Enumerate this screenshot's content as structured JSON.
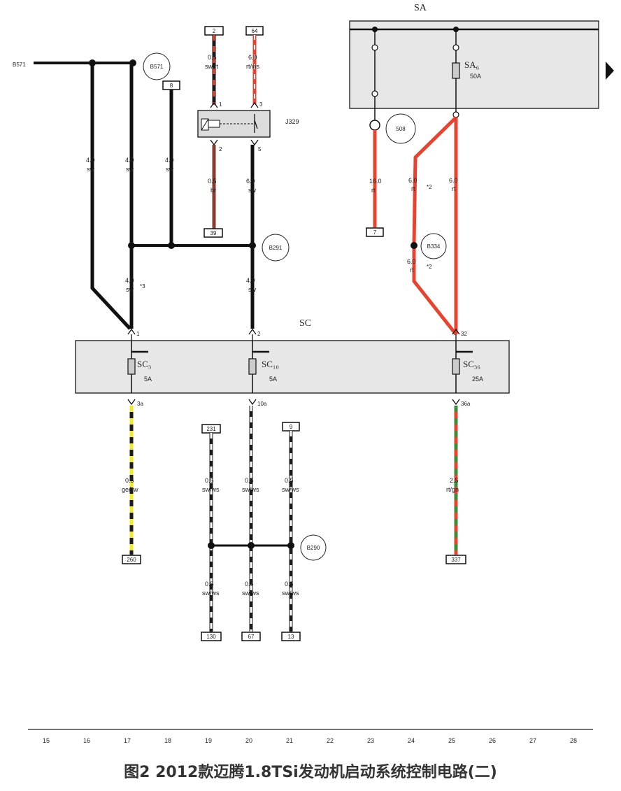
{
  "caption": "图2 2012款迈腾1.8TSi发动机启动系统控制电路(二)",
  "buses": {
    "sa": {
      "title": "SA"
    },
    "sc": {
      "title": "SC"
    }
  },
  "fuses": {
    "sa6": {
      "name": "SA₆",
      "rating": "50A"
    },
    "sc3": {
      "name": "SC₃",
      "rating": "5A"
    },
    "sc10": {
      "name": "SC₁₀",
      "rating": "5A"
    },
    "sc36": {
      "name": "SC₃₆",
      "rating": "25A"
    }
  },
  "connection_points": {
    "b571": "B571",
    "b291": "B291",
    "b290": "B290",
    "b334": "B334",
    "p508": "508"
  },
  "relay": {
    "name": "J329"
  },
  "left_input": "B571",
  "terminals": {
    "top_relay_left": "2",
    "top_relay_right": "64",
    "top_aux": "8",
    "bottom_relay_left": "39",
    "bottom_sa": "7",
    "sc_out_left": "260",
    "sc_out_right": "337",
    "sw_top_left": "231",
    "sw_top_right": "9",
    "sw_bot_left": "130",
    "sw_bot_mid": "67",
    "sw_bot_right": "13"
  },
  "pins": {
    "relay_1": "1",
    "relay_3": "3",
    "relay_2": "2",
    "relay_5": "5",
    "sc_in_1": "1",
    "sc_in_2": "2",
    "sc_in_32": "32",
    "sc_out_3a": "3a",
    "sc_out_10a": "10a",
    "sc_out_36a": "36a"
  },
  "wires": {
    "w1": {
      "gauge": "4.0",
      "color": "sw"
    },
    "w2": {
      "gauge": "4.0",
      "color": "sw"
    },
    "w3": {
      "gauge": "4.0",
      "color": "sw"
    },
    "w4": {
      "gauge": "0.5",
      "color": "sw/rt"
    },
    "w5": {
      "gauge": "6.0",
      "color": "rt/ws"
    },
    "w6": {
      "gauge": "0.5",
      "color": "br"
    },
    "w7": {
      "gauge": "6.0",
      "color": "sw"
    },
    "w8": {
      "gauge": "4.0",
      "color": "sw",
      "note": "*3"
    },
    "w9": {
      "gauge": "4.0",
      "color": "sw"
    },
    "w10": {
      "gauge": "16.0",
      "color": "rt"
    },
    "w11": {
      "gauge": "6.0",
      "color": "rt",
      "note": "*2"
    },
    "w12": {
      "gauge": "6.0",
      "color": "rt"
    },
    "w13": {
      "gauge": "6.0",
      "color": "rt",
      "note": "*2"
    },
    "w14": {
      "gauge": "0.5",
      "color": "ge/sw"
    },
    "w15": {
      "gauge": "0.5",
      "color": "sw/ws"
    },
    "w16": {
      "gauge": "0.5",
      "color": "sw/ws"
    },
    "w17": {
      "gauge": "0.5",
      "color": "sw/ws"
    },
    "w18": {
      "gauge": "0.5",
      "color": "sw/ws"
    },
    "w19": {
      "gauge": "0.5",
      "color": "sw/ws"
    },
    "w20": {
      "gauge": "0.5",
      "color": "sw/ws"
    },
    "w21": {
      "gauge": "2.5",
      "color": "rt/gn"
    }
  },
  "ruler": [
    "15",
    "16",
    "17",
    "18",
    "19",
    "20",
    "21",
    "22",
    "23",
    "24",
    "25",
    "26",
    "27",
    "28"
  ],
  "colors": {
    "black": "#1a1a1a",
    "red": "#e8432f",
    "brown": "#8b3a2e",
    "yellow": "#f2ea2a",
    "green": "#3c8c3c",
    "white": "#ffffff",
    "bus_fill": "#e7e7e7"
  }
}
